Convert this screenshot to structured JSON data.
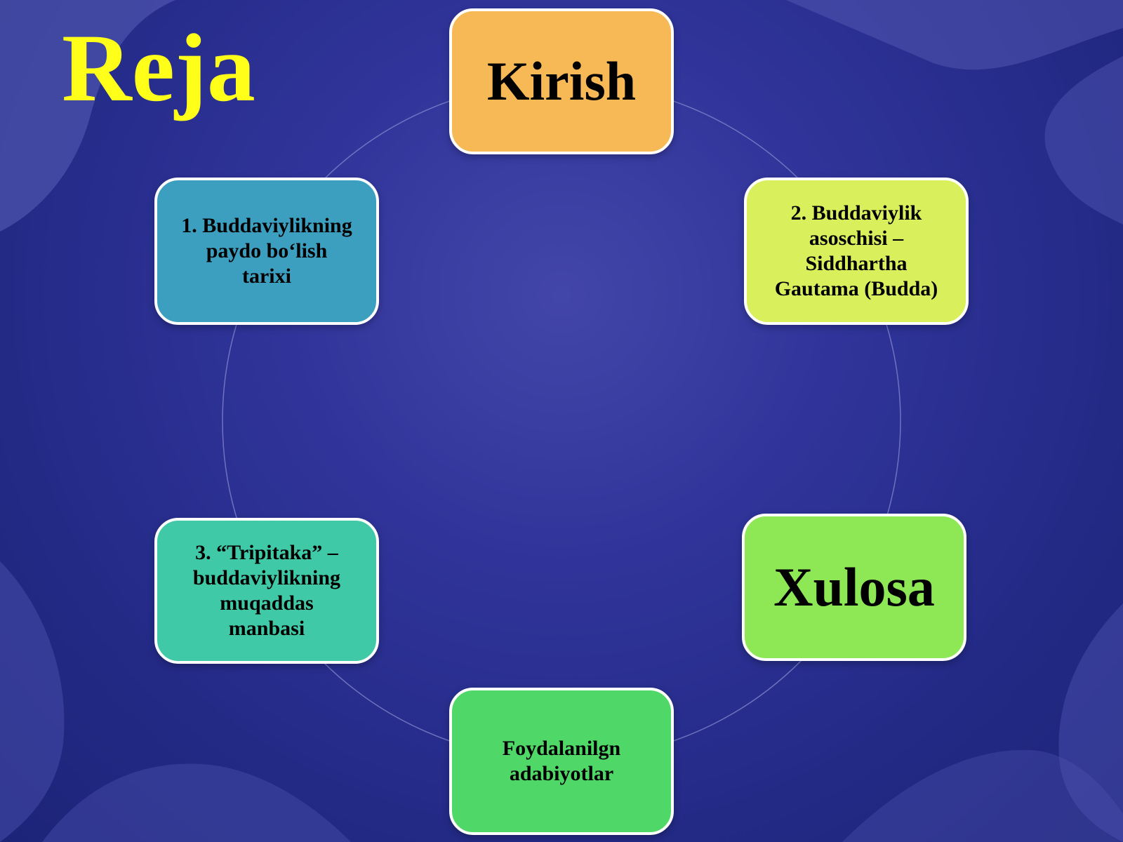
{
  "slide": {
    "title": "Reja"
  },
  "colors": {
    "background": "#2a308f",
    "title": "#ffff1a",
    "node_border": "#ffffff",
    "ring": "#8c8fd0"
  },
  "diagram": {
    "type": "cycle",
    "nodes": [
      {
        "id": "kirish",
        "label": "Kirish",
        "color": "#f7b955"
      },
      {
        "id": "buddha",
        "label": "2. Buddaviylik\nasoschisi –\nSiddhartha\nGautama (Budda)",
        "color": "#d9ef5c"
      },
      {
        "id": "xulosa",
        "label": "Xulosa",
        "color": "#8ee755"
      },
      {
        "id": "adabiyot",
        "label": "Foydalanilgn\nadabiyotlar",
        "color": "#4fd868"
      },
      {
        "id": "tripitaka",
        "label": "3. “Tripitaka” –\nbuddaviylikning\nmuqaddas\nmanbasi",
        "color": "#3fc9a6"
      },
      {
        "id": "tarix",
        "label": "1. Buddaviylikning\npaydo bo‘lish\ntarixi",
        "color": "#3d9fbf"
      }
    ]
  }
}
